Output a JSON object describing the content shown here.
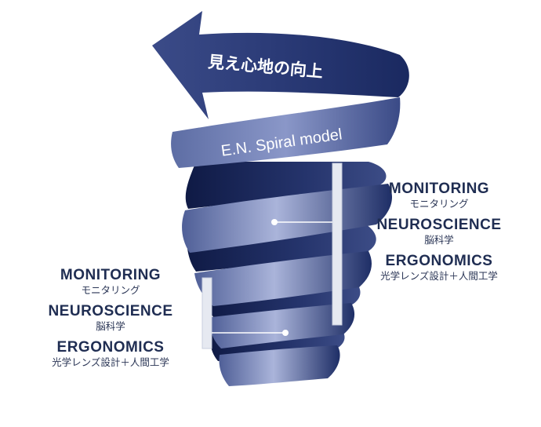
{
  "arrow_label": "見え心地の向上",
  "model_label": "E.N. Spiral model",
  "colors": {
    "navy": "#1e2e66",
    "mid": "#4a5c96",
    "light": "#a9b3d8",
    "text": "#1f2d52"
  },
  "right_block": [
    {
      "en": "MONITORING",
      "jp": "モニタリング"
    },
    {
      "en": "NEUROSCIENCE",
      "jp": "脳科学"
    },
    {
      "en": "ERGONOMICS",
      "jp": "光学レンズ設計＋人間工学"
    }
  ],
  "left_block": [
    {
      "en": "MONITORING",
      "jp": "モニタリング"
    },
    {
      "en": "NEUROSCIENCE",
      "jp": "脳科学"
    },
    {
      "en": "ERGONOMICS",
      "jp": "光学レンズ設計＋人間工学"
    }
  ]
}
